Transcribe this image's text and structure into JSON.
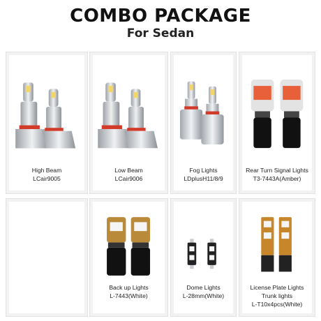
{
  "header": {
    "title": "COMBO PACKAGE",
    "subtitle": "For Sedan"
  },
  "products": [
    {
      "line1": "High Beam",
      "line2": "LCair9005"
    },
    {
      "line1": "Low Beam",
      "line2": "LCair9006"
    },
    {
      "line1": "Fog Lights",
      "line2": "LDplusH11/8/9"
    },
    {
      "line1": "Rear Turn Signal Lights",
      "line2": "T3-7443A(Amber)"
    },
    {
      "line1": "Back up Lights",
      "line2": "L-7443(White)"
    },
    {
      "line1": "Dome Lights",
      "line2": "L-28mm(White)"
    },
    {
      "line1": "License Plate Lights",
      "line2": "Trunk lights",
      "line3": "L-T10x4pcs(White)"
    }
  ],
  "colors": {
    "card_border": "#e2e2e2",
    "silver": "#c9ccd0",
    "amber": "#c8862a",
    "gold": "#b98a3a",
    "red_ring": "#d23a2a"
  }
}
